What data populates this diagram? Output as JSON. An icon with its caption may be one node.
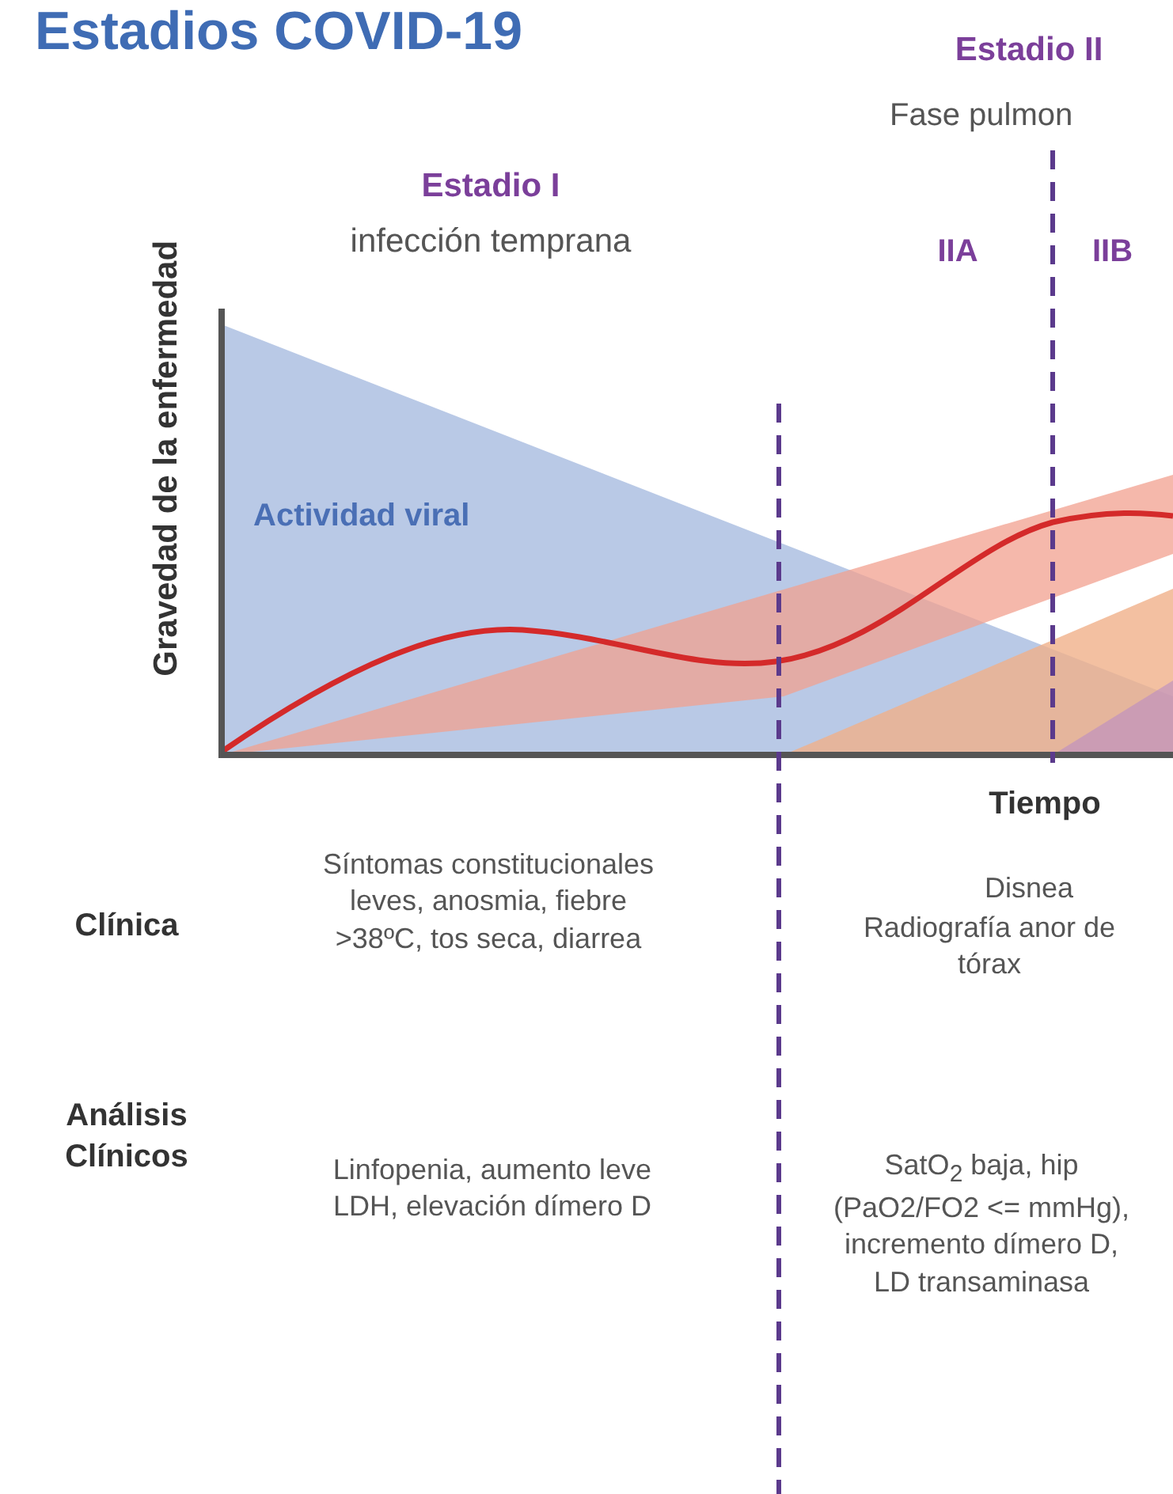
{
  "diagram": {
    "title": "Estadios COVID-19",
    "labels": [
      "Estadio II",
      "Fase pulmon",
      "Estadio I",
      "infección temprana",
      "IIA",
      "IIB",
      "Gravedad de la enfermedad",
      "Actividad viral",
      "Tiempo",
      "Clínica",
      "Síntomas constitucionales leves, anosmia, fiebre >38ºC, tos seca, diarrea",
      "Disnea",
      "Radiografía anor de tórax",
      "Análisis Clínicos",
      "Linfopenia, aumento leve LDH, elevación dímero D",
      "SatO$_{2}$ baja, hip (PaO2/FO2 <= mmHg), incremento dímero D, LD transaminasa"
    ]
  }
}
